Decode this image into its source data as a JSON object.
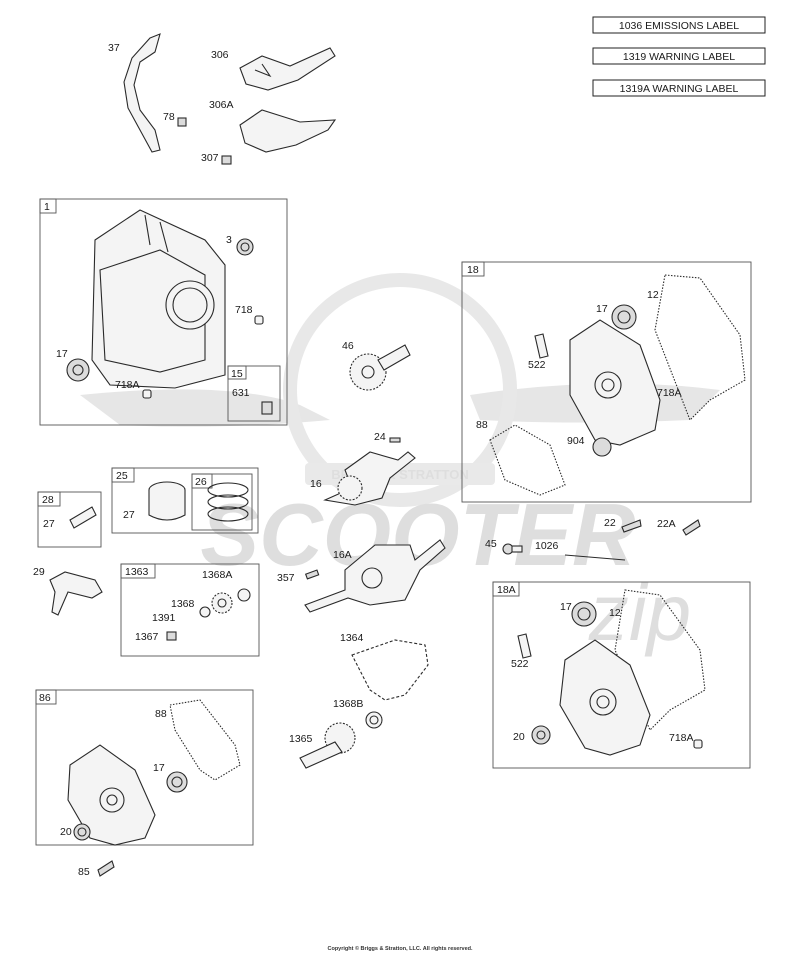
{
  "label_tags": [
    "1036 EMISSIONS LABEL",
    "1319 WARNING LABEL",
    "1319A WARNING LABEL"
  ],
  "group_boxes": {
    "b1": "1",
    "b15": "15",
    "b18": "18",
    "b18a": "18A",
    "b25": "25",
    "b26": "26",
    "b28": "28",
    "b1363": "1363",
    "b86": "86"
  },
  "callouts": {
    "c37": "37",
    "c306": "306",
    "c306a": "306A",
    "c78": "78",
    "c307": "307",
    "c3": "3",
    "c718_1": "718",
    "c17_1": "17",
    "c718a_1": "718A",
    "c631": "631",
    "c46": "46",
    "c24": "24",
    "c16": "16",
    "c16a": "16A",
    "c357": "357",
    "c1364": "1364",
    "c1368b": "1368B",
    "c1365": "1365",
    "c12_18": "12",
    "c17_18": "17",
    "c522_18": "522",
    "c718a_18": "718A",
    "c88_18": "88",
    "c904": "904",
    "c22": "22",
    "c22a": "22A",
    "c45": "45",
    "c1026": "1026",
    "c17_18a": "17",
    "c12_18a": "12",
    "c522_18a": "522",
    "c20_18a": "20",
    "c718a_18a": "718A",
    "c27_25": "27",
    "c27_28": "27",
    "c29": "29",
    "c1368a": "1368A",
    "c1368": "1368",
    "c1391": "1391",
    "c1367": "1367",
    "c88_86": "88",
    "c17_86": "17",
    "c20_86": "20",
    "c85": "85"
  },
  "watermark": {
    "word": "SCOOTER",
    "script": "zip",
    "badge": "BRIGGS & STRATTON"
  },
  "copyright": "Copyright © Briggs & Stratton, LLC. All rights reserved."
}
